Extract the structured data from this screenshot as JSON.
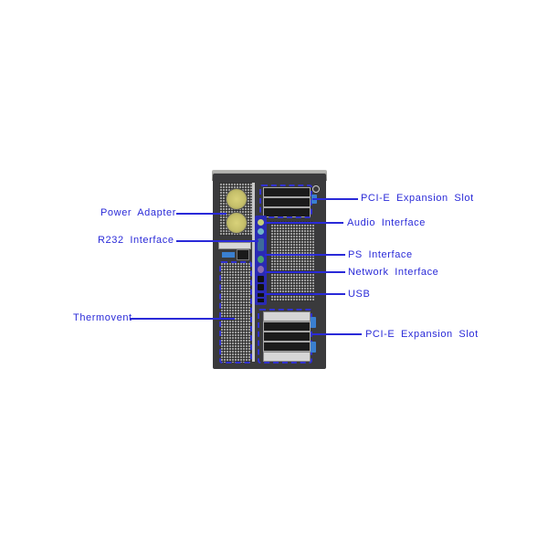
{
  "diagram": {
    "subject": "Tower server / workstation rear panel",
    "accent_color": "#2a2ad8",
    "labels_left": [
      {
        "id": "power-adapter",
        "text": "Power  Adapter"
      },
      {
        "id": "r232-interface",
        "text": "R232  Interface"
      },
      {
        "id": "thermovent",
        "text": "Thermovent"
      }
    ],
    "labels_right": [
      {
        "id": "pcie-expansion-slot-top",
        "text": "PCI-E  Expansion  Slot"
      },
      {
        "id": "audio-interface",
        "text": "Audio  Interface"
      },
      {
        "id": "ps-interface",
        "text": "PS  Interface"
      },
      {
        "id": "network-interface",
        "text": "Network  Interface"
      },
      {
        "id": "usb",
        "text": "USB"
      },
      {
        "id": "pcie-expansion-slot-bottom",
        "text": "PCI-E  Expansion  Slot"
      }
    ]
  }
}
